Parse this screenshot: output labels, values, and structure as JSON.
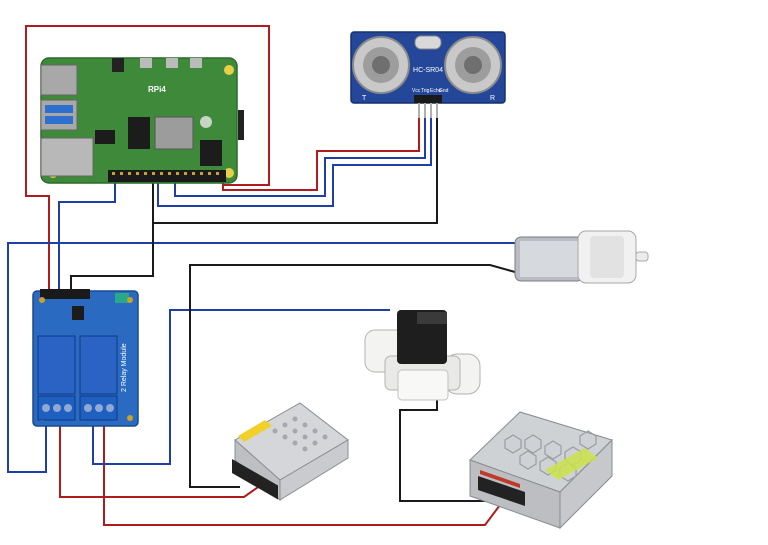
{
  "components": {
    "raspberry_pi": {
      "brand_text": "RPi4"
    },
    "ultrasonic_sensor": {
      "model": "HC-SR04",
      "left_mark": "T",
      "right_mark": "R",
      "pins": [
        "Vcc",
        "Trig",
        "Echo",
        "Gnd"
      ]
    },
    "relay_module": {
      "side_label": "2 Relay Module"
    },
    "power_supply_small": {},
    "power_supply_large": {},
    "pump": {},
    "solenoid_valve": {}
  },
  "colors": {
    "power_wire": "#b01c1c",
    "signal_wire": "#1f3fa8",
    "ground_wire": "#1a1a1a",
    "pcb_green": "#3f8a3a",
    "sensor_blue": "#25479a",
    "relay_blue": "#2a6ac0"
  }
}
